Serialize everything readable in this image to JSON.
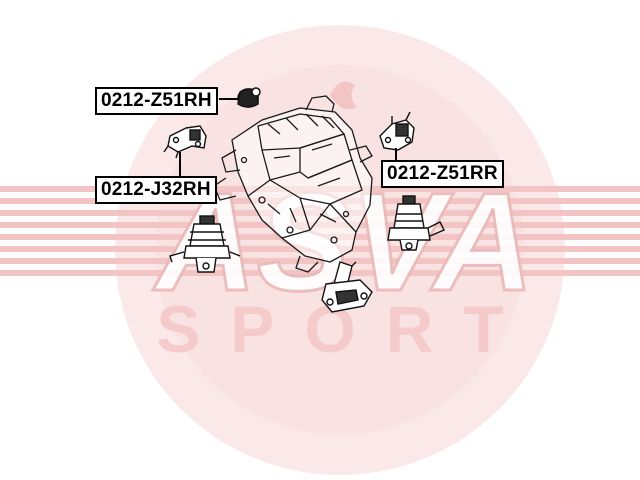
{
  "watermark": {
    "brand_text": "ASVA",
    "sub_text": "SPORT",
    "color": "#e8b4b4",
    "circle_color": "#f6d8d8"
  },
  "labels": {
    "z51rh": "0212-Z51RH",
    "j32rh": "0212-J32RH",
    "z51rr": "0212-Z51RR"
  },
  "components": {
    "engine": "engine-block-illustration",
    "front_mount": "front-engine-mount",
    "rear_mount": "rear-engine-mount",
    "right_mount": "right-engine-mount",
    "bracket": "mounting-bracket",
    "bushing": "rubber-bushing"
  }
}
